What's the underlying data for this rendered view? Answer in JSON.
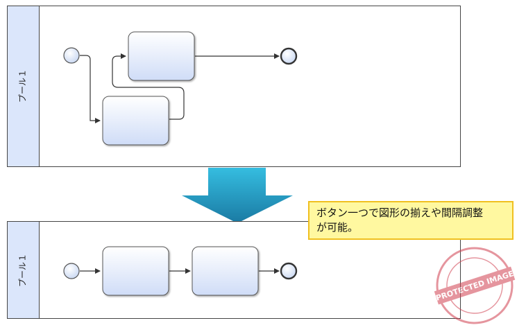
{
  "pools": [
    {
      "label": "プール１"
    },
    {
      "label": "プール１"
    }
  ],
  "callout": {
    "line1": "ボタン一つで図形の揃えや間隔調整",
    "line2": "が可能。"
  },
  "watermark": {
    "text": "PROTECTED IMAGE",
    "color": "#d04050"
  },
  "colors": {
    "arrow_top": "#2fb4d6",
    "arrow_bottom": "#1b7fa8",
    "lane_header": "#dbe6fb",
    "task_fill_top": "#ffffff",
    "task_fill_bottom": "#cfdcf7",
    "callout_bg": "#fff8a0",
    "callout_border": "#f0c020"
  }
}
